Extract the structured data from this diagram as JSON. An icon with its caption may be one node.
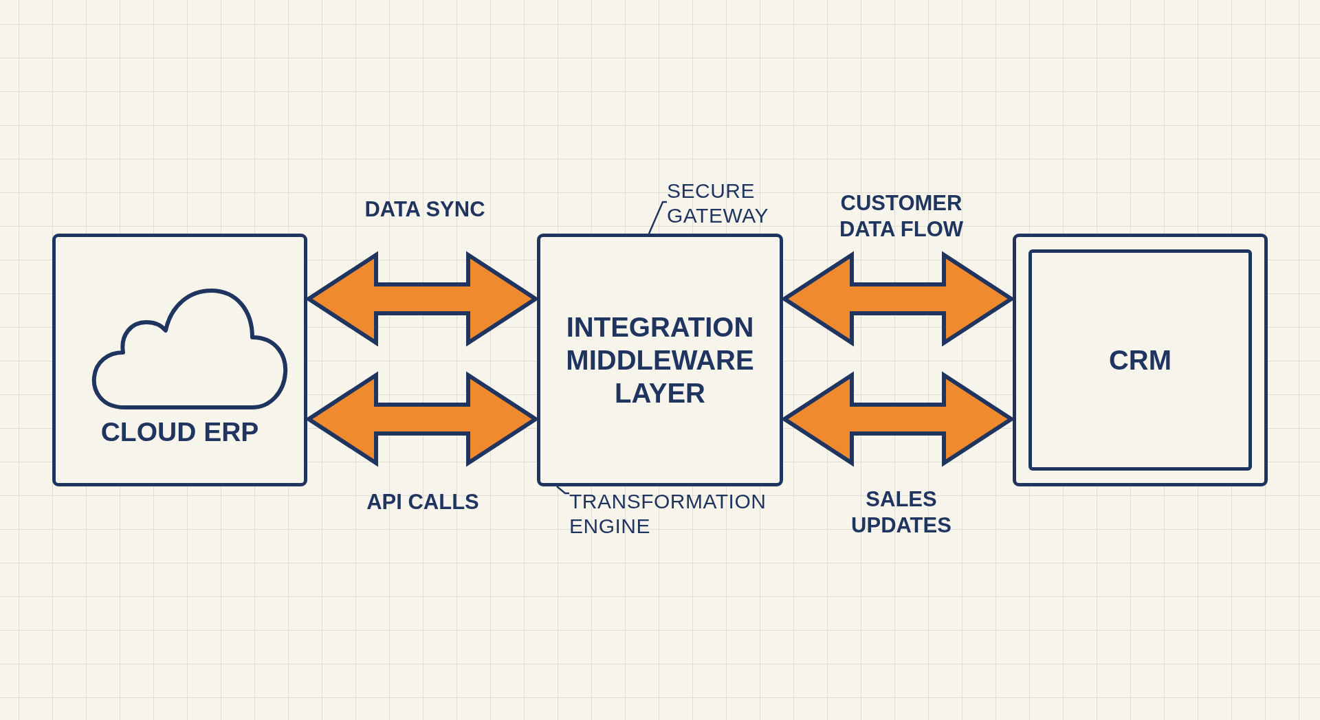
{
  "diagram": {
    "nodes": [
      {
        "text": [
          "CLOUD ERP"
        ]
      },
      {
        "text": [
          "INTEGRATION MIDDLEWARE LAYER"
        ]
      },
      {
        "text": [
          "CRM"
        ]
      },
      {
        "text": [
          "SECURE GATEWAY"
        ]
      },
      {
        "text": [
          "TRANSFORMATION ENGINE"
        ]
      }
    ],
    "edges": [
      {
        "from": 0,
        "to": 1,
        "arrow": "both",
        "style": "thick",
        "label": "DATA SYNC"
      },
      {
        "from": 0,
        "to": 1,
        "arrow": "both",
        "style": "thick",
        "label": "API CALLS"
      },
      {
        "from": 1,
        "to": 2,
        "arrow": "both",
        "style": "thick",
        "label": "CUSTOMER DATA FLOW"
      },
      {
        "from": 1,
        "to": 2,
        "arrow": "both",
        "style": "thick",
        "label": "SALES UPDATES"
      },
      {
        "from": 3,
        "to": 1,
        "arrow": "none"
      },
      {
        "from": 4,
        "to": 1,
        "arrow": "none"
      }
    ]
  }
}
